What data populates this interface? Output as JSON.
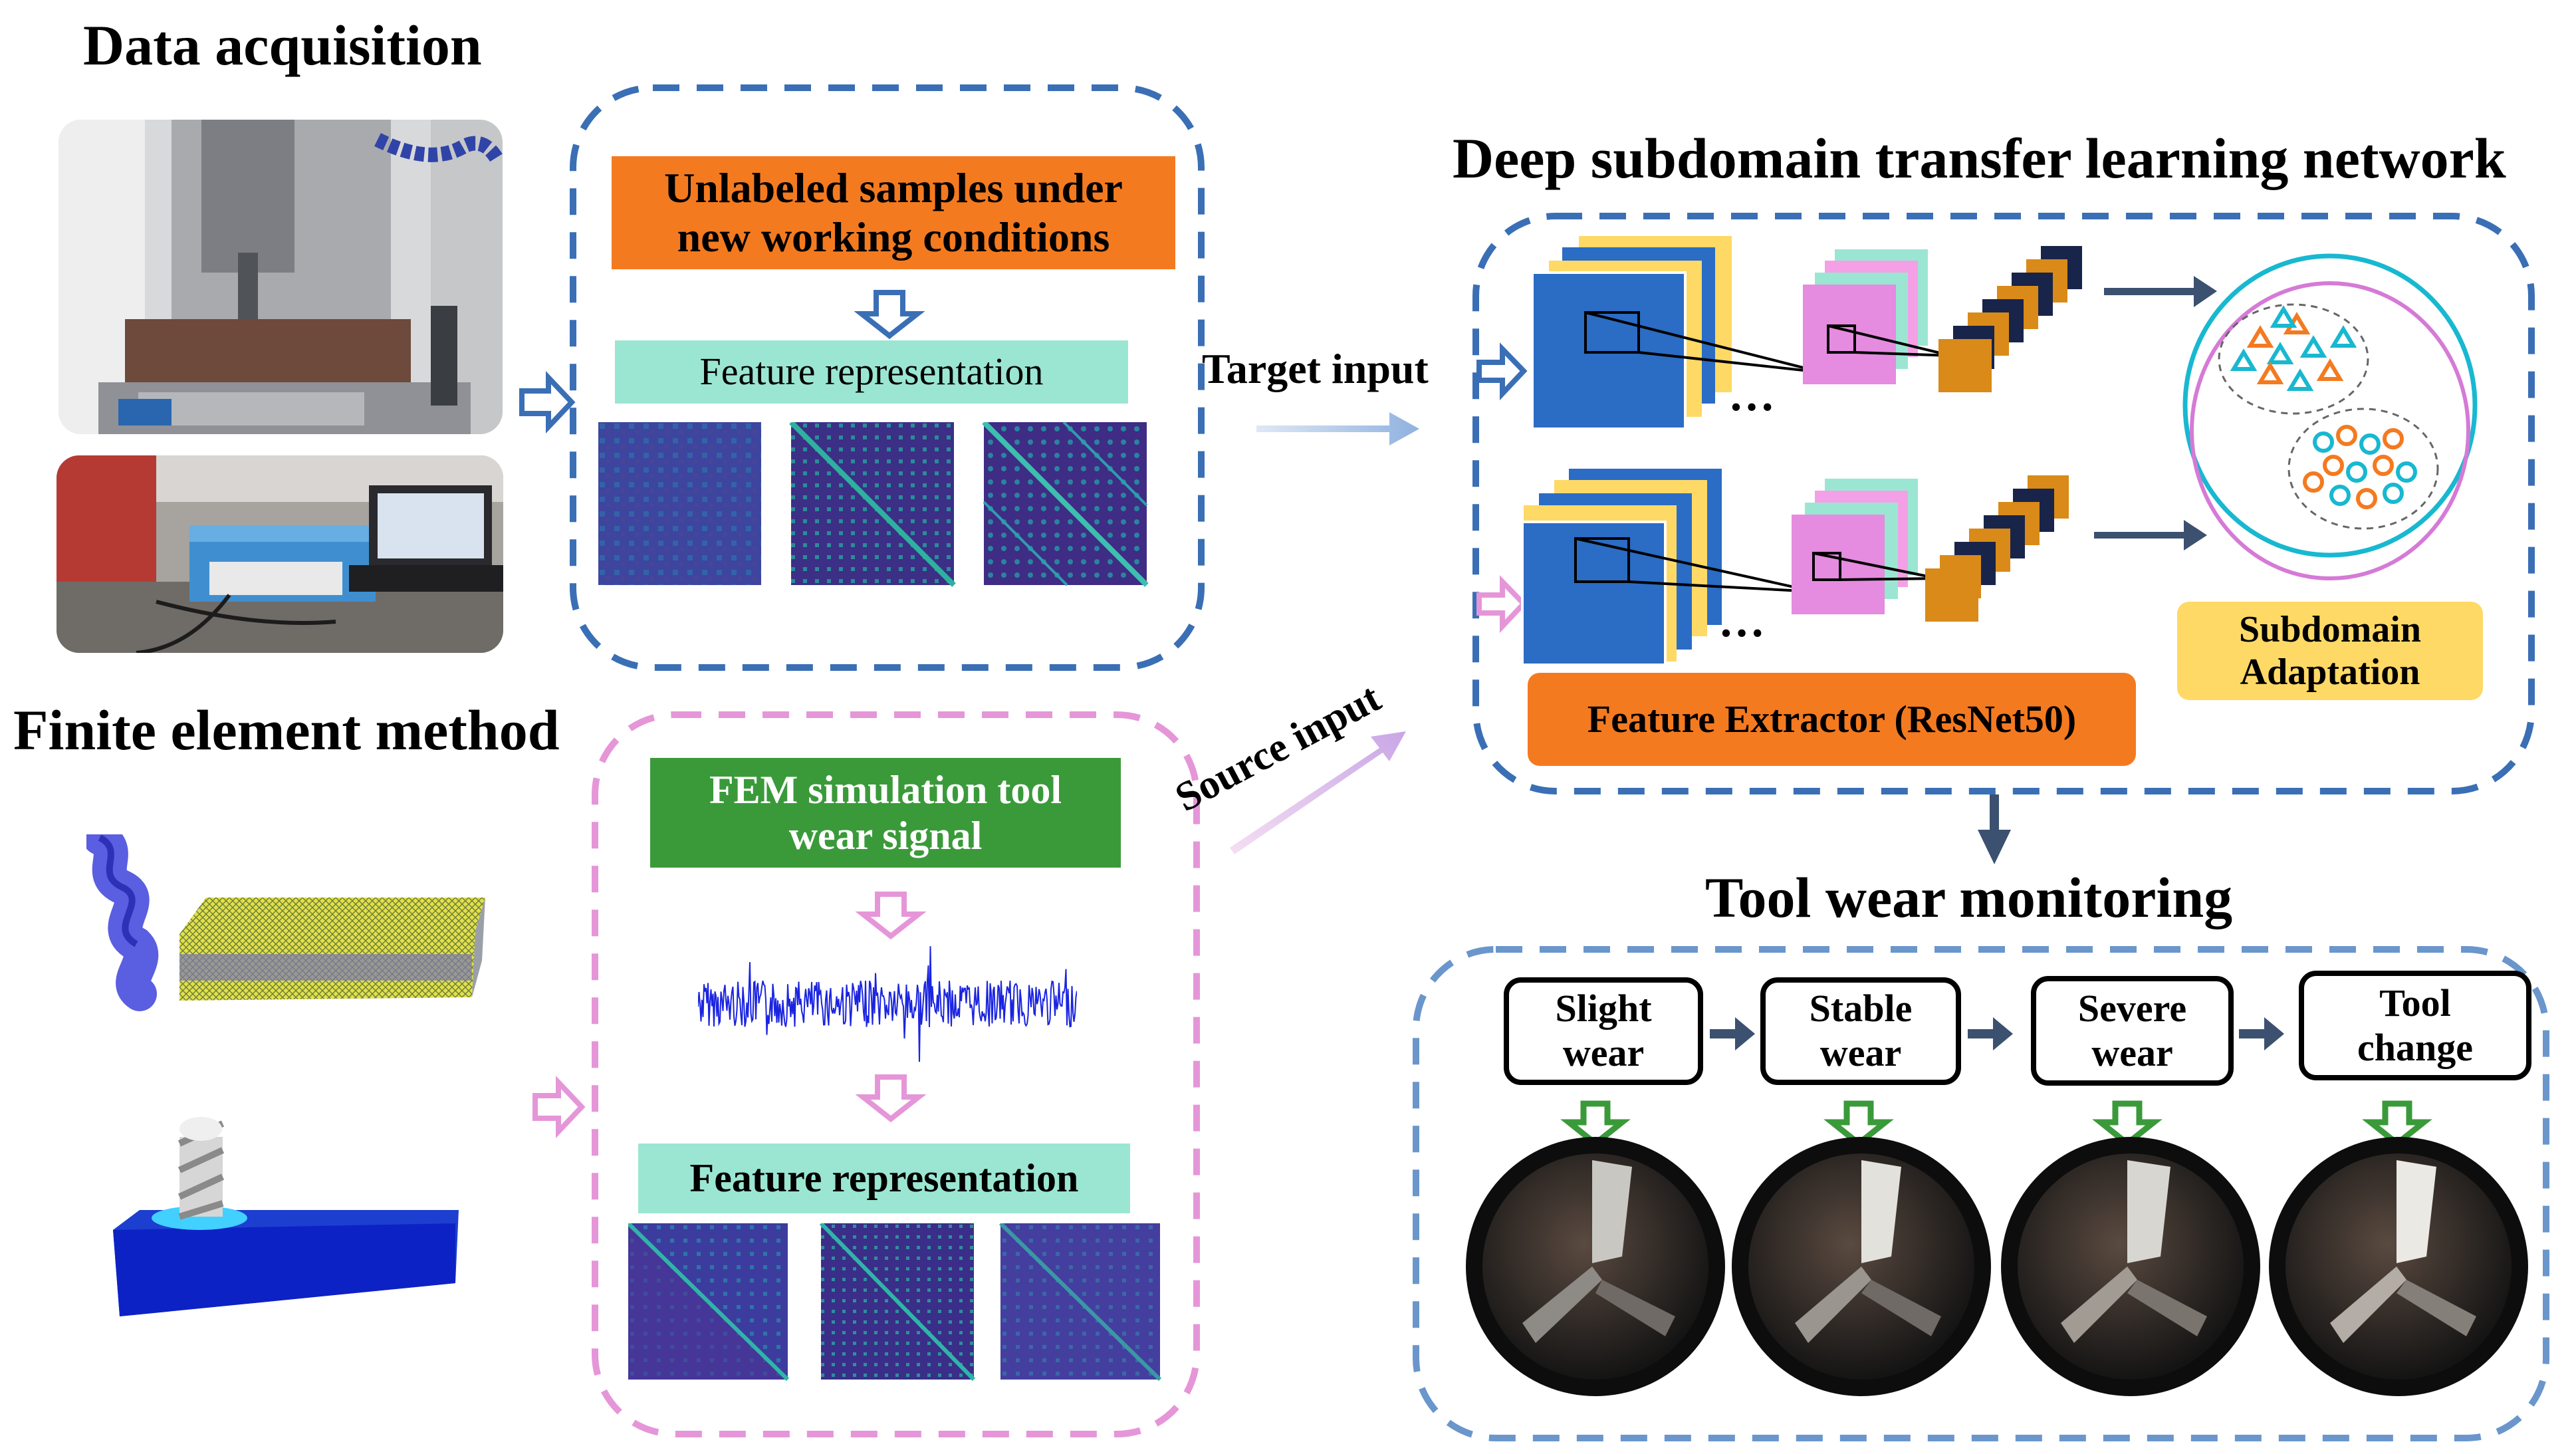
{
  "sections": {
    "data_acquisition": "Data acquisition",
    "finite_element": "Finite element method",
    "dstl_network": "Deep subdomain transfer learning network",
    "tool_wear_monitoring": "Tool wear monitoring"
  },
  "target_branch": {
    "header": "Unlabeled samples under new working conditions",
    "feature": "Feature representation"
  },
  "source_branch": {
    "header": "FEM simulation tool wear signal",
    "feature": "Feature representation"
  },
  "inputs": {
    "target": "Target input",
    "source": "Source input"
  },
  "network": {
    "extractor": "Feature Extractor (ResNet50)",
    "adaptation": "Subdomain Adaptation",
    "ellipsis": "…"
  },
  "wear_states": [
    "Slight wear",
    "Stable wear",
    "Severe wear",
    "Tool change"
  ],
  "colors": {
    "blue_dash": "#3a6fb5",
    "pink_dash": "#e596d8",
    "orange": "#f47a20",
    "green": "#3a9a3a",
    "teal": "#9be6d2",
    "yellow": "#ffd966",
    "block_blue": "#2b6cc4",
    "block_pink": "#e58be0",
    "block_orange": "#d98a18",
    "navy": "#18244a"
  }
}
